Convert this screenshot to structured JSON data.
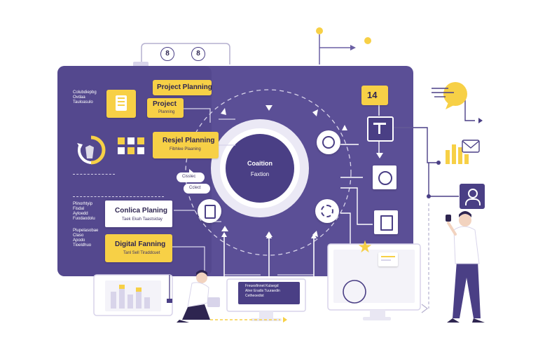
{
  "colors": {
    "panel": "#5b4f96",
    "panel_dark": "#4a3f85",
    "accent_yellow": "#f7d046",
    "hub_center": "#4a3f85",
    "line_light": "#d8d4ea",
    "line_dark": "#5b4f96",
    "white": "#ffffff"
  },
  "top": {
    "circle_left": "8",
    "circle_right": "8"
  },
  "labels": {
    "project_planning_top": "Project Planning",
    "project_box_title": "Project",
    "project_box_sub": "Planning",
    "resign_planning_title": "Resjel Planning",
    "resign_planning_sub": "Fibhlee Plaaning",
    "conlica_title": "Conlica Planing",
    "conlica_sub": "Taek Ekah Taastsiday",
    "digital_title": "Digital Fanning",
    "digital_sub": "Tanl Sell Tiraddcuet",
    "hub_title": "Coaition",
    "hub_sub": "Faxtion",
    "counter": "14",
    "monitor_line1": "Freuesfinnet Kulaegd",
    "monitor_line2": "Alrer Eradis Tuuraedin",
    "monitor_line3": "Cetheoedist",
    "bubble1": "Cisslec",
    "bubble2": "Cclect"
  },
  "side_text": {
    "block1": [
      "Colubdiepbg",
      "Ovdaa",
      "Tauloasulo"
    ],
    "block2": [
      "Plinorhtyip",
      "Fisdal",
      "Ayloedd",
      "Fuodaodolu"
    ],
    "block3": [
      "Plupelasobae",
      "Claso",
      "Apodo",
      "Tioeldhuo"
    ]
  }
}
